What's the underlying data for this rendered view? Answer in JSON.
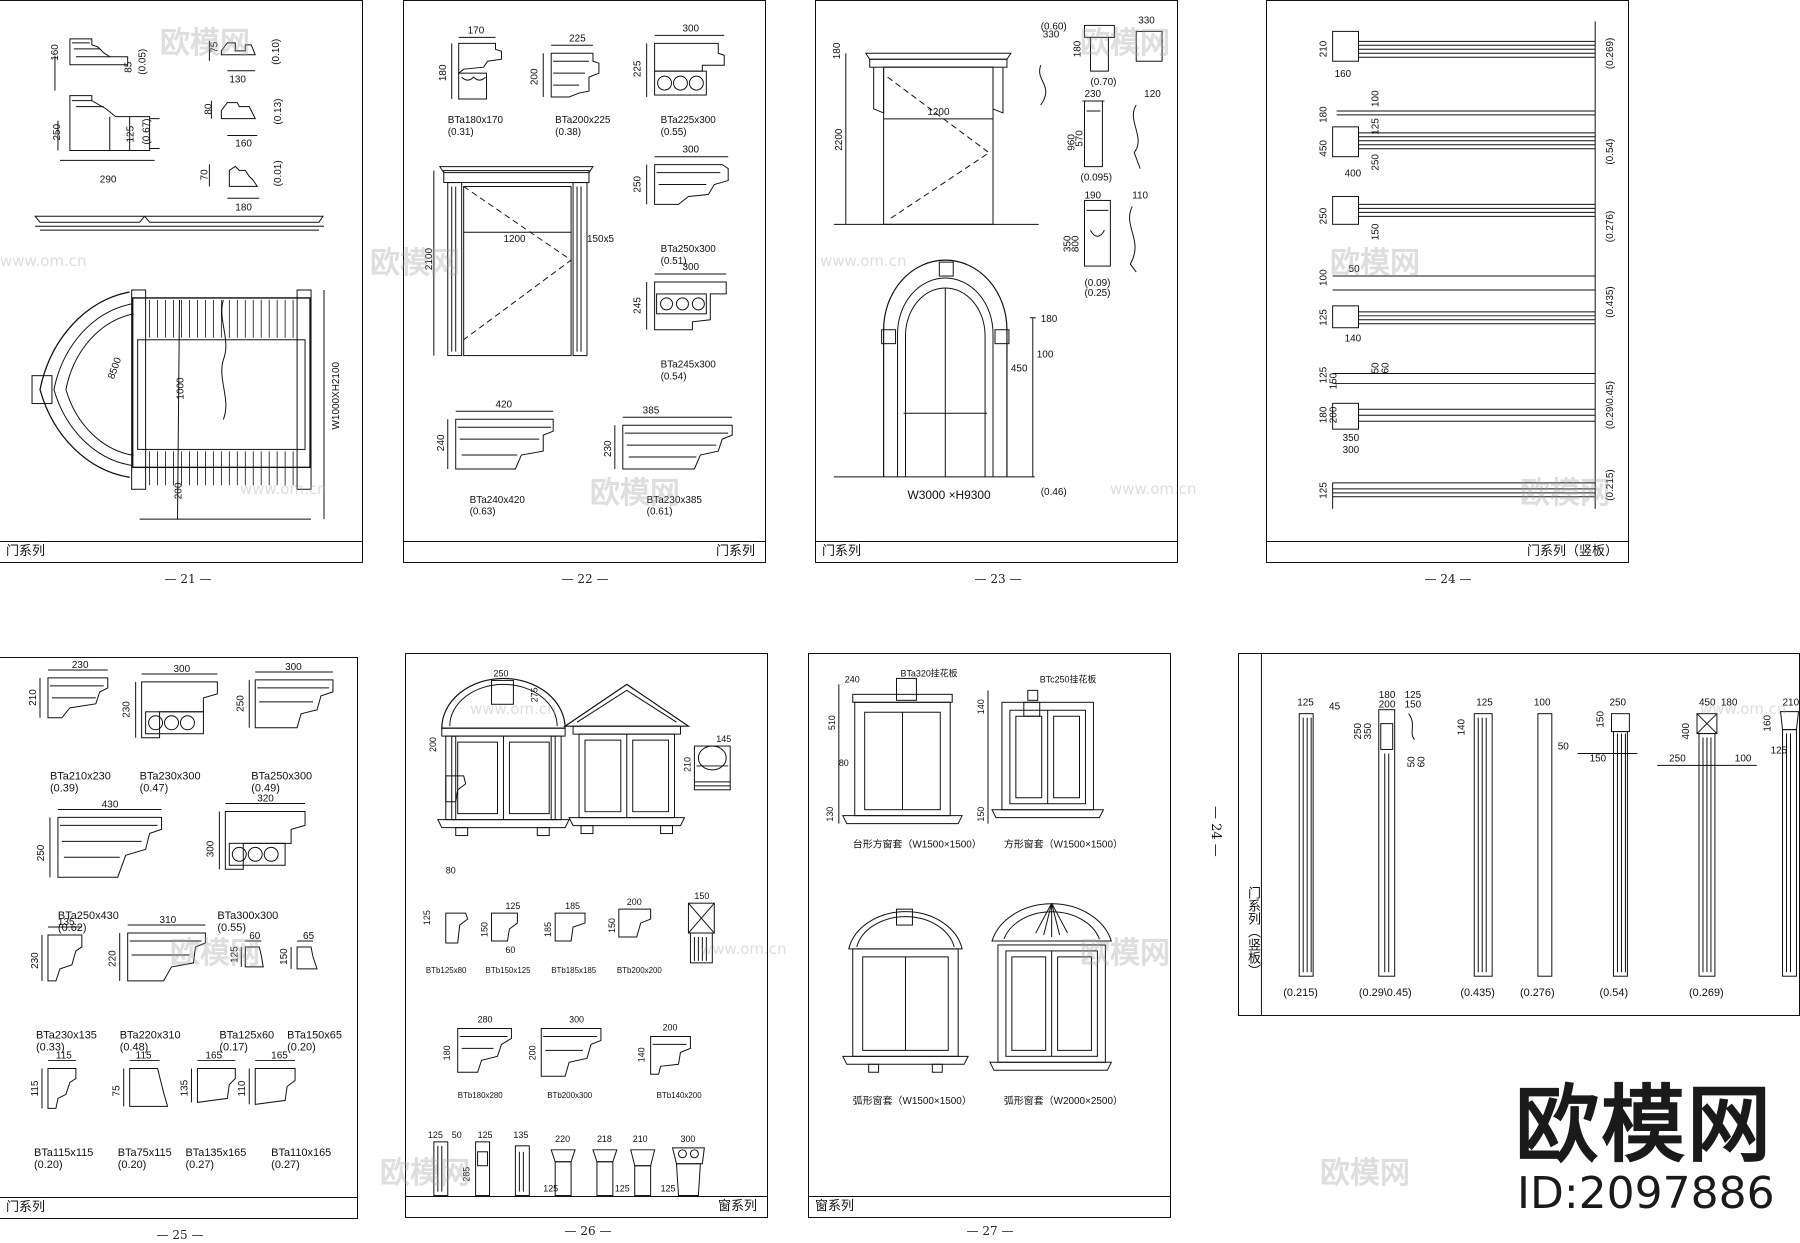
{
  "sheets": [
    {
      "footer": "门系列",
      "page": "— 21 —",
      "labels": [
        "160",
        "85",
        "(0.05)",
        "250",
        "125",
        "(0.67)",
        "290",
        "75",
        "130",
        "(0.10)",
        "80",
        "160",
        "(0.13)",
        "70",
        "180",
        "(0.01)",
        "W1000XH2100",
        "8500",
        "1000",
        "200"
      ]
    },
    {
      "footer": "门系列",
      "page": "— 22 —",
      "labels": [
        "170",
        "180",
        "BTa180x170",
        "(0.31)",
        "225",
        "200",
        "BTa200x225",
        "(0.38)",
        "300",
        "225",
        "BTa225x300",
        "(0.55)",
        "2100",
        "1200",
        "150x5",
        "300",
        "250",
        "BTa250x300",
        "(0.51)",
        "300",
        "245",
        "BTa245x300",
        "(0.54)",
        "420",
        "240",
        "BTa240x420",
        "(0.63)",
        "385",
        "230",
        "BTa230x385",
        "(0.61)"
      ]
    },
    {
      "footer": "门系列",
      "page": "— 23 —",
      "labels": [
        "180",
        "1200",
        "2200",
        "(0.60)",
        "330",
        "330",
        "180",
        "(0.70)",
        "230",
        "120",
        "960",
        "570",
        "(0.095)",
        "190",
        "110",
        "350",
        "800",
        "(0.09)",
        "(0.25)",
        "180",
        "100",
        "450",
        "W3000 ×H9300",
        "(0.46)"
      ]
    },
    {
      "footer": "门系列（竖板）",
      "page": "— 24 —",
      "labels": [
        "210",
        "160",
        "(0.269)",
        "180",
        "100",
        "450",
        "400",
        "250",
        "125",
        "(0.54)",
        "250",
        "150",
        "(0.276)",
        "100",
        "50",
        "(0.435)",
        "125",
        "140",
        "125",
        "50",
        "60",
        "150",
        "(0.29\\0.45)",
        "180",
        "200",
        "350",
        "300",
        "125",
        "(0.215)"
      ]
    },
    {
      "footer": "门系列",
      "page": "— 25 —",
      "labels": [
        "230",
        "210",
        "BTa210x230",
        "(0.39)",
        "300",
        "230",
        "BTa230x300",
        "(0.47)",
        "300",
        "250",
        "BTa250x300",
        "(0.49)",
        "430",
        "250",
        "BTa250x430",
        "(0.62)",
        "320",
        "300",
        "BTa300x300",
        "(0.55)",
        "135",
        "230",
        "BTa230x135",
        "(0.33)",
        "310",
        "220",
        "BTa220x310",
        "(0.48)",
        "60",
        "125",
        "BTa125x60",
        "(0.17)",
        "65",
        "150",
        "BTa150x65",
        "(0.20)",
        "115",
        "115",
        "BTa115x115",
        "(0.20)",
        "115",
        "75",
        "BTa75x115",
        "(0.20)",
        "165",
        "135",
        "BTa135x165",
        "(0.27)",
        "165",
        "110",
        "BTa110x165",
        "(0.27)"
      ]
    },
    {
      "footer": "窗系列",
      "page": "— 26 —",
      "labels": [
        "250",
        "275",
        "200",
        "145",
        "210",
        "80",
        "125",
        "125",
        "150",
        "60",
        "185",
        "185",
        "200",
        "150",
        "150",
        "BTb125x80",
        "BTb150x125",
        "BTb185x185",
        "BTb200x200",
        "280",
        "180",
        "BTb180x280",
        "300",
        "200",
        "BTb200x300",
        "200",
        "140",
        "BTb140x200",
        "125",
        "50",
        "125",
        "135",
        "220",
        "218",
        "210",
        "300",
        "285",
        "125",
        "125",
        "125"
      ]
    },
    {
      "footer": "窗系列",
      "page": "— 27 —",
      "labels": [
        "BTa320挂花板",
        "240",
        "510",
        "80",
        "130",
        "BTc250挂花板",
        "140",
        "150",
        "台形方窗套（W1500×1500）",
        "方形窗套（W1500×1500）",
        "弧形窗套（W1500×1500）",
        "弧形窗套（W2000×2500）"
      ]
    },
    {
      "footer": "门系列（竖板）",
      "page": "— 24 —",
      "labels": [
        "125",
        "45",
        "180",
        "200",
        "250",
        "350",
        "125",
        "150",
        "50",
        "60",
        "125",
        "140",
        "100",
        "50",
        "250",
        "150",
        "150",
        "400",
        "250",
        "450",
        "180",
        "100",
        "210",
        "160",
        "125"
      ],
      "values": [
        "(0.215)",
        "(0.29\\0.45)",
        "(0.435)",
        "(0.276)",
        "(0.54)",
        "(0.269)"
      ]
    }
  ],
  "watermark": {
    "text": "欧模网",
    "url": "www.om.cn"
  },
  "brand": {
    "name": "欧模网",
    "id": "ID:2097886"
  }
}
